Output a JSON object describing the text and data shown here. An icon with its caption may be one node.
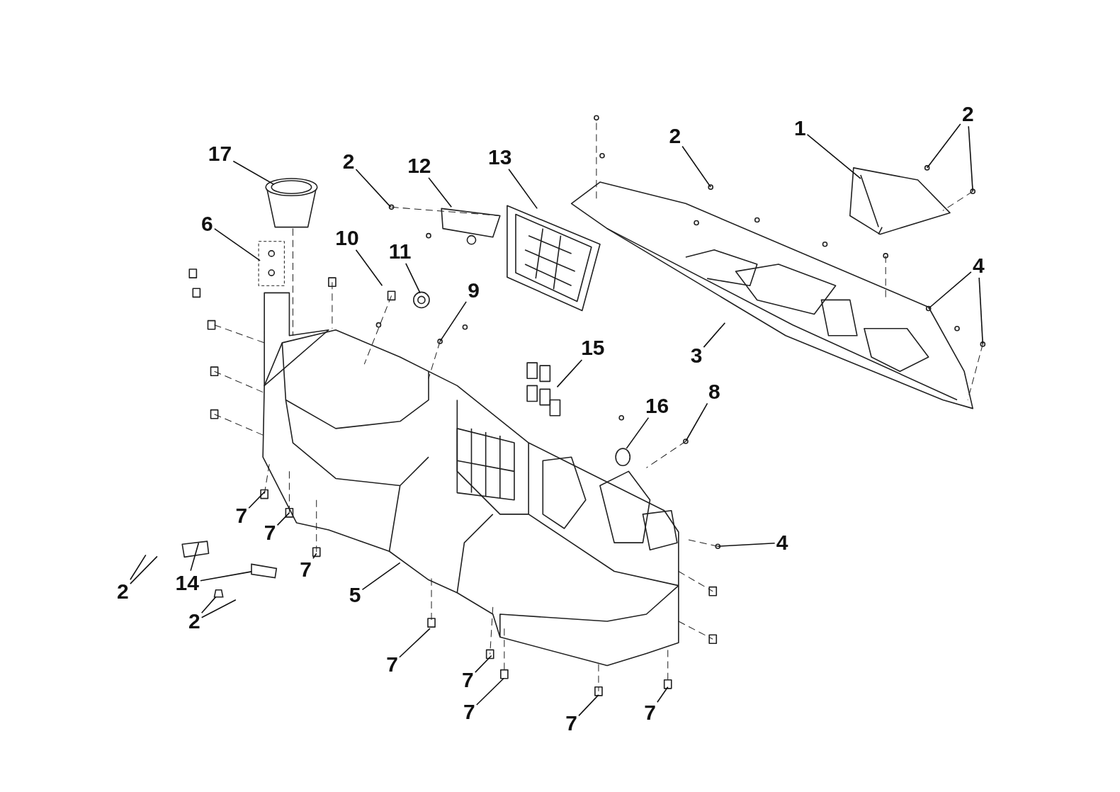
{
  "diagram": {
    "nodes": [
      {
        "text": [
          "2"
        ]
      },
      {
        "text": [
          "1"
        ]
      },
      {
        "text": [
          "2"
        ]
      },
      {
        "text": [
          "17"
        ]
      },
      {
        "text": [
          "13"
        ]
      },
      {
        "text": [
          "2"
        ]
      },
      {
        "text": [
          "12"
        ]
      },
      {
        "text": [
          "6"
        ]
      },
      {
        "text": [
          "10"
        ]
      },
      {
        "text": [
          "11"
        ]
      },
      {
        "text": [
          "4"
        ]
      },
      {
        "text": [
          "9"
        ]
      },
      {
        "text": [
          "15"
        ]
      },
      {
        "text": [
          "3"
        ]
      },
      {
        "text": [
          "8"
        ]
      },
      {
        "text": [
          "16"
        ]
      },
      {
        "text": [
          "7"
        ]
      },
      {
        "text": [
          "7"
        ]
      },
      {
        "text": [
          "4"
        ]
      },
      {
        "text": [
          "7"
        ]
      },
      {
        "text": [
          "14"
        ]
      },
      {
        "text": [
          "2"
        ]
      },
      {
        "text": [
          "5"
        ]
      },
      {
        "text": [
          "2"
        ]
      },
      {
        "text": [
          "7"
        ]
      },
      {
        "text": [
          "7"
        ]
      },
      {
        "text": [
          "7"
        ]
      },
      {
        "text": [
          "7"
        ]
      },
      {
        "text": [
          "7"
        ]
      },
      {
        "text": [],
        "shape": "box"
      },
      {
        "text": [],
        "shape": "box"
      }
    ],
    "edges": [
      {
        "from": 0,
        "to": null,
        "arrow": "none"
      },
      {
        "from": 0,
        "to": null,
        "arrow": "none"
      },
      {
        "from": 1,
        "to": null,
        "arrow": "none"
      },
      {
        "from": 2,
        "to": null,
        "arrow": "none"
      },
      {
        "from": 3,
        "to": null,
        "arrow": "none"
      },
      {
        "from": 4,
        "to": null,
        "arrow": "none"
      },
      {
        "from": 5,
        "to": null,
        "arrow": "none"
      },
      {
        "from": 6,
        "to": null,
        "arrow": "none"
      },
      {
        "from": 7,
        "to": null,
        "arrow": "none"
      },
      {
        "from": 8,
        "to": null,
        "arrow": "none"
      },
      {
        "from": 9,
        "to": null,
        "arrow": "none"
      },
      {
        "from": 10,
        "to": null,
        "arrow": "none"
      },
      {
        "from": 10,
        "to": null,
        "arrow": "none"
      },
      {
        "from": 11,
        "to": null,
        "arrow": "none"
      },
      {
        "from": 12,
        "to": null,
        "arrow": "none"
      },
      {
        "from": 13,
        "to": null,
        "arrow": "none"
      },
      {
        "from": 14,
        "to": null,
        "arrow": "none"
      },
      {
        "from": 15,
        "to": null,
        "arrow": "none"
      },
      {
        "from": 16,
        "to": null,
        "arrow": "none"
      },
      {
        "from": 17,
        "to": null,
        "arrow": "none"
      },
      {
        "from": 18,
        "to": null,
        "arrow": "none"
      },
      {
        "from": 19,
        "to": null,
        "arrow": "none"
      },
      {
        "from": 20,
        "to": null,
        "arrow": "none"
      },
      {
        "from": 20,
        "to": 29,
        "arrow": "none"
      },
      {
        "from": 21,
        "to": null,
        "arrow": "none"
      },
      {
        "from": 21,
        "to": null,
        "arrow": "none"
      },
      {
        "from": 22,
        "to": null,
        "arrow": "none"
      },
      {
        "from": 23,
        "to": 30,
        "arrow": "none"
      },
      {
        "from": 23,
        "to": null,
        "arrow": "none"
      },
      {
        "from": 24,
        "to": null,
        "arrow": "none"
      },
      {
        "from": 25,
        "to": null,
        "arrow": "none"
      },
      {
        "from": 26,
        "to": null,
        "arrow": "none"
      },
      {
        "from": 27,
        "to": null,
        "arrow": "none"
      },
      {
        "from": 28,
        "to": null,
        "arrow": "none"
      }
    ]
  }
}
